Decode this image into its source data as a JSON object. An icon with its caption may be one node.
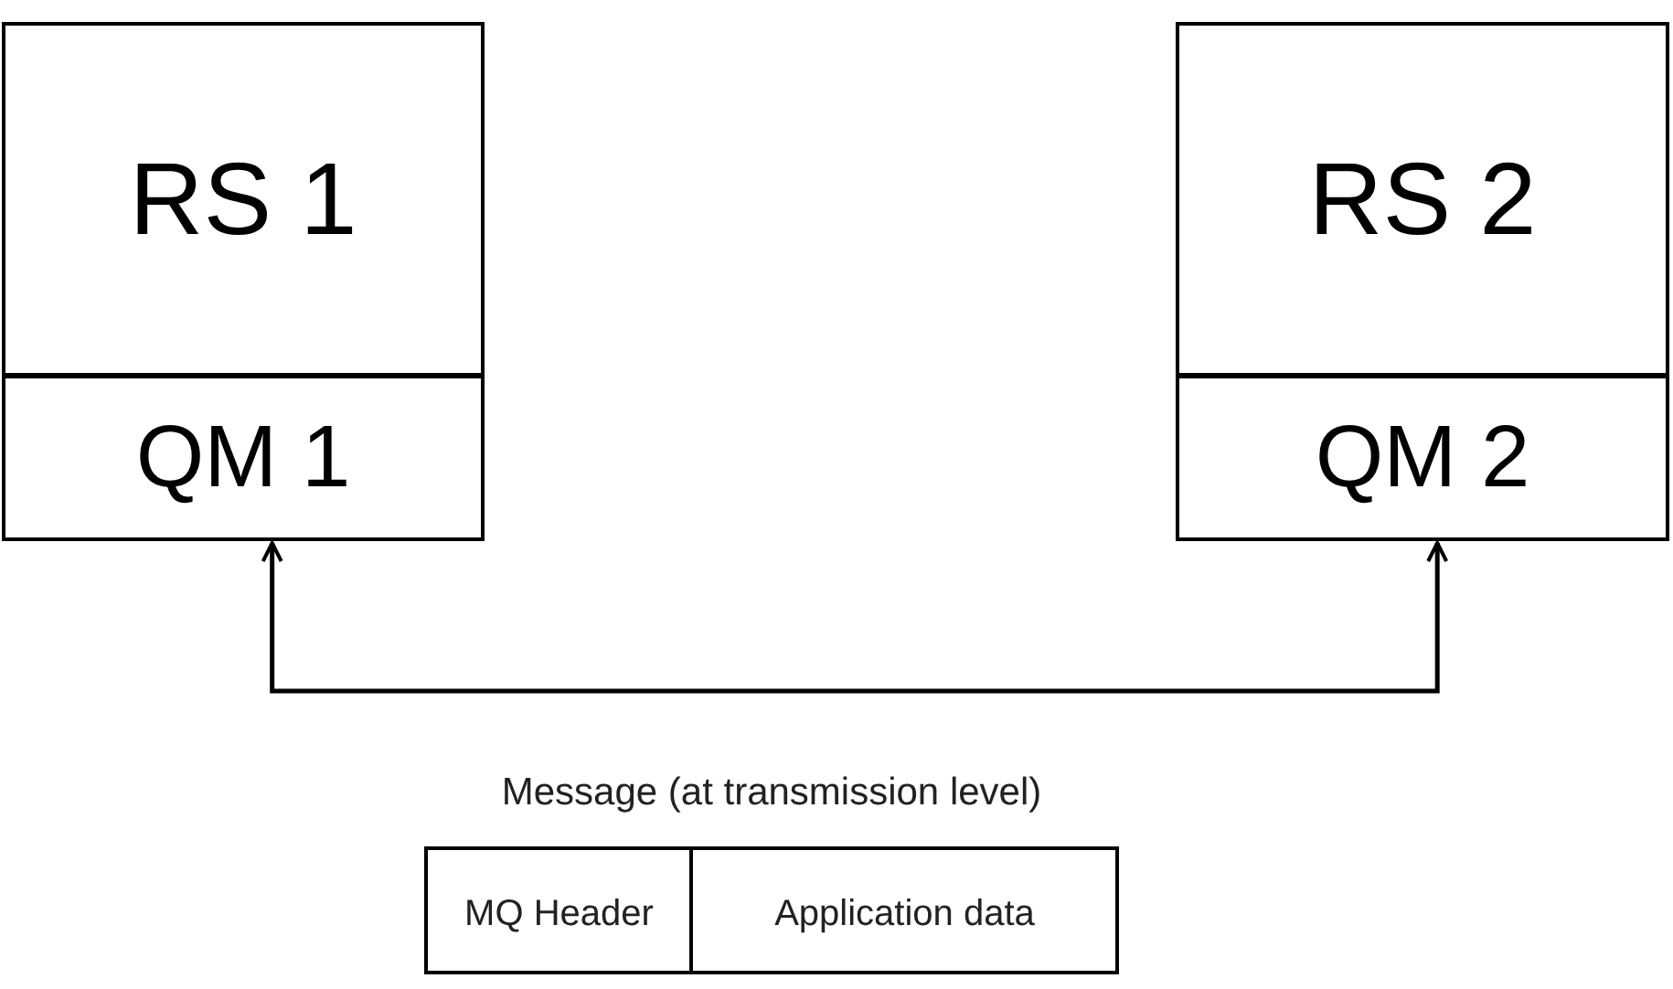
{
  "diagram": {
    "nodes": [
      {
        "text": [
          "RS 1"
        ]
      },
      {
        "text": [
          "QM 1"
        ]
      },
      {
        "text": [
          "RS 2"
        ]
      },
      {
        "text": [
          "QM 2"
        ]
      },
      {
        "text": [
          "Message (at transmission level)"
        ]
      },
      {
        "text": [
          "MQ Header"
        ],
        "in": 4
      },
      {
        "text": [
          "Application data"
        ],
        "in": 4
      }
    ],
    "edges": [
      {
        "from": 1,
        "to": 3,
        "arrow": "both"
      }
    ]
  }
}
